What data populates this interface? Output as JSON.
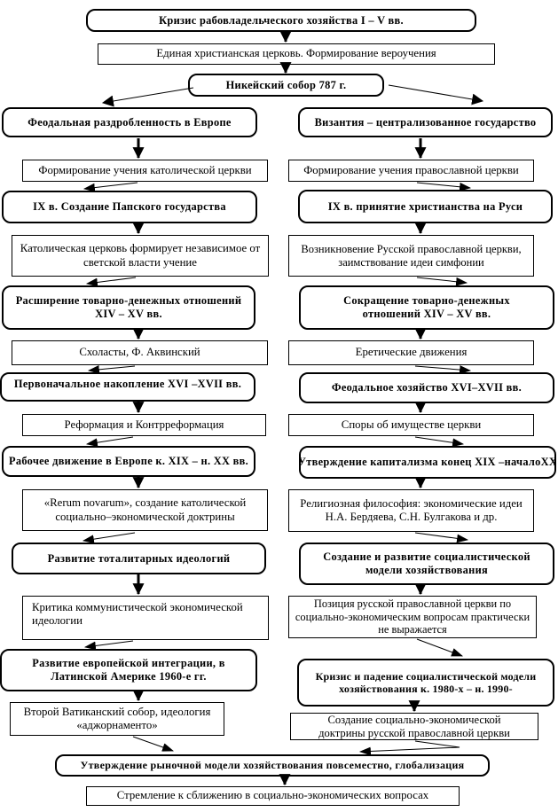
{
  "nodes": {
    "crisis_slavery": "Кризис рабовладельческого хозяйства I – V вв.",
    "united_church": "Единая христианская церковь. Формирование вероучения",
    "nicaea": "Никейский собор 787 г.",
    "feudal_fragmentation": "Феодальная раздробленность в Европе",
    "catholic_teaching": "Формирование учения католической церкви",
    "papal_state": "IX в. Создание Папского государства",
    "catholic_independent": "Католическая церковь формирует независимое от светской власти учение",
    "commodity_expansion": "Расширение товарно-денежных отношений XIV – XV вв.",
    "scholastics": "Схоласты, Ф. Аквинский",
    "primary_accumulation": "Первоначальное накопление XVI –XVII вв.",
    "reformation": "Реформация и Контрреформация",
    "labor_movement": "Рабочее движение в Европе к. XIX – н. XX вв.",
    "rerum_novarum": "«Rerum novarum», создание католической социально–экономической доктрины",
    "totalitarian": "Развитие тоталитарных идеологий",
    "communism_critique": "Критика коммунистической экономической идеологии",
    "euro_integration": "Развитие европейской интеграции, в Латинской Америке 1960-е гг.",
    "vatican_ii": "Второй Ватиканский собор, идеология «аджорнаменто»",
    "byzantium": "Византия – централизованное государство",
    "orthodox_teaching": "Формирование учения православной церкви",
    "rus_christianity": "IX в. принятие христианства на Руси",
    "russian_church": "Возникновение Русской православной церкви, заимствование идеи симфонии",
    "commodity_contraction": "Сокращение товарно-денежных отношений XIV – XV вв.",
    "heretical": "Еретические движения",
    "feudal_economy": "Феодальное хозяйство XVI–XVII вв.",
    "property_disputes": "Споры об имуществе церкви",
    "capitalism": "Утверждение капитализма конец XIX –началоXX",
    "religious_philosophy": "Религиозная философия: экономические идеи Н.А. Бердяева, С.Н. Булгакова и др.",
    "socialist_model": "Создание и развитие социалистической модели хозяйствования",
    "orthodox_position": "Позиция русской православной церкви по социально-экономическим вопросам практически не выражается",
    "socialist_crisis": "Кризис и падение социалистической модели хозяйствования к. 1980-х – н. 1990-",
    "orthodox_doctrine": "Создание социально-экономической доктрины русской православной церкви",
    "market_model": "Утверждение рыночной модели хозяйствования повсеместно, глобализация",
    "convergence": "Стремление к сближению в социально-экономических вопросах"
  },
  "colors": {
    "line": "#000000",
    "background": "#ffffff"
  }
}
